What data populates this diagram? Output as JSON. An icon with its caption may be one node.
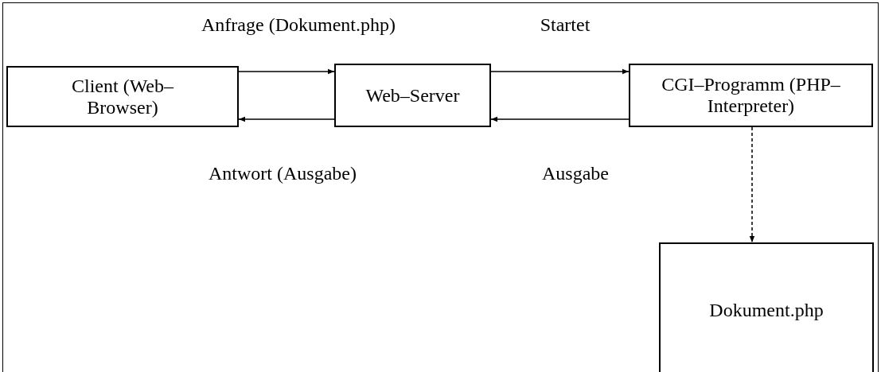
{
  "diagram": {
    "nodes": [
      {
        "text": [
          "Client (Web–Browser)"
        ]
      },
      {
        "text": [
          "Web–Server"
        ]
      },
      {
        "text": [
          "CGI–Programm (PHP–Interpreter)"
        ]
      },
      {
        "text": [
          "Dokument.php"
        ]
      }
    ],
    "edges": [
      {
        "from": 0,
        "to": 1,
        "arrow": "to",
        "label": "Anfrage (Dokument.php)"
      },
      {
        "from": 1,
        "to": 0,
        "arrow": "to",
        "label": "Antwort (Ausgabe)"
      },
      {
        "from": 1,
        "to": 2,
        "arrow": "to",
        "label": "Startet"
      },
      {
        "from": 2,
        "to": 1,
        "arrow": "to",
        "label": "Ausgabe"
      },
      {
        "from": 2,
        "to": 3,
        "arrow": "to",
        "style": "dashed"
      }
    ]
  }
}
